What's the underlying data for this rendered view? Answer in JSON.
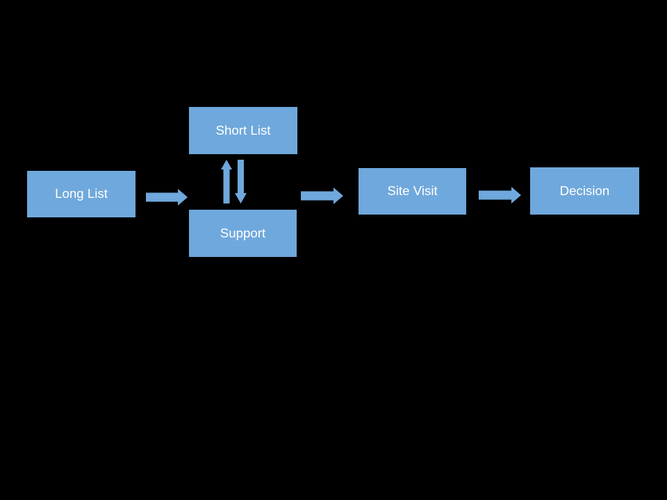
{
  "slide": {
    "background_color": "#000000",
    "shape_fill_color": "#6FA8DC",
    "shape_text_color": "#FFFFFF"
  },
  "diagram": {
    "type": "flowchart",
    "nodes": [
      {
        "id": "long-list",
        "label": "Long List"
      },
      {
        "id": "short-list",
        "label": "Short List"
      },
      {
        "id": "support",
        "label": "Support"
      },
      {
        "id": "site-visit",
        "label": "Site Visit"
      },
      {
        "id": "decision",
        "label": "Decision"
      }
    ],
    "connectors": [
      {
        "from": "Long List",
        "to": "Short List / Support",
        "direction": "right"
      },
      {
        "from": "Support",
        "to": "Short List",
        "direction": "up"
      },
      {
        "from": "Short List",
        "to": "Support",
        "direction": "down"
      },
      {
        "from": "Short List / Support",
        "to": "Site Visit",
        "direction": "right"
      },
      {
        "from": "Site Visit",
        "to": "Decision",
        "direction": "right"
      }
    ]
  }
}
